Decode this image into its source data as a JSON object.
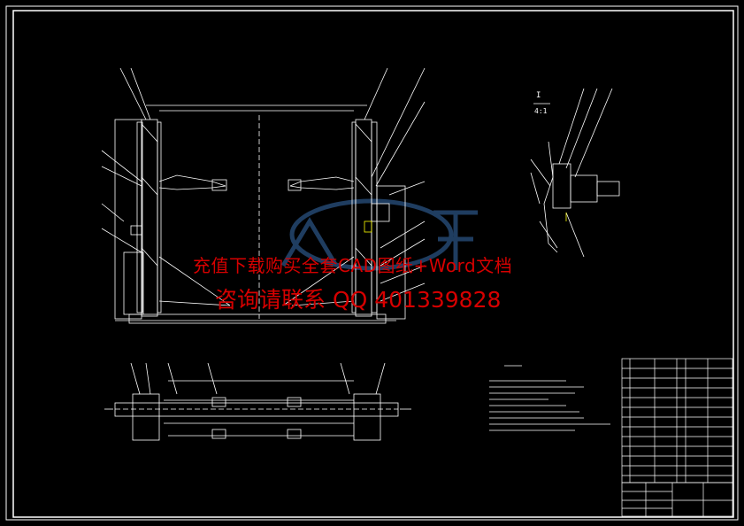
{
  "watermark": {
    "line1": "充值下载购买全套CAD图纸+Word文档",
    "line2": "咨询请联系 QQ 401339828",
    "color": "#d60000"
  },
  "detail_view": {
    "label": "I",
    "scale": "4:1"
  },
  "drawing": {
    "background": "#000000",
    "line_color": "#ffffff",
    "accent_color": "#ffff00",
    "logo_color": "#3a6fb0"
  }
}
